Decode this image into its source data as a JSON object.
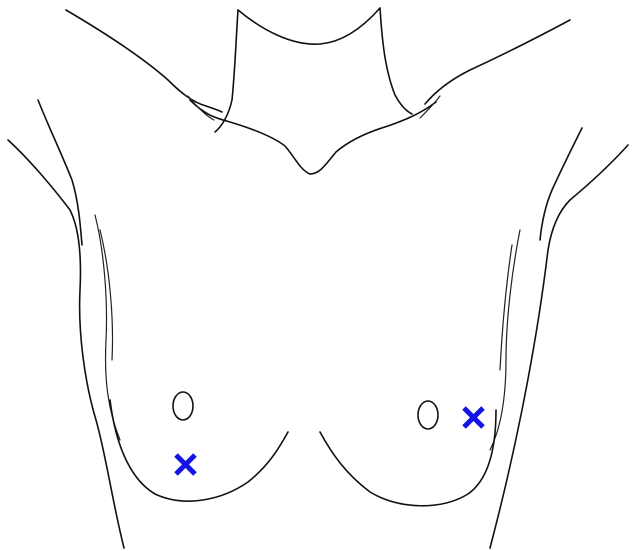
{
  "figure": {
    "subject": "anterior-torso-outline",
    "line_color": "#111111",
    "background": "#ffffff"
  },
  "markers": [
    {
      "name": "right-breast-lower-inner-marker",
      "color": "#1414e6",
      "symbol": "x"
    },
    {
      "name": "left-breast-upper-outer-marker",
      "color": "#1414e6",
      "symbol": "x"
    }
  ]
}
